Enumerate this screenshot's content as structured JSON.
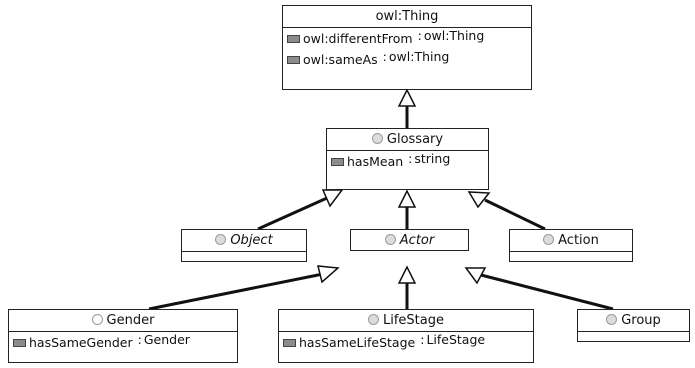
{
  "diagram": {
    "classes": {
      "thing": {
        "name": "owl:Thing",
        "attributes": [
          {
            "name": "owl:differentFrom",
            "sep": ":",
            "type": "owl:Thing"
          },
          {
            "name": "owl:sameAs",
            "sep": ":",
            "type": "owl:Thing"
          }
        ]
      },
      "glossary": {
        "name": "Glossary",
        "attributes": [
          {
            "name": "hasMean",
            "sep": ":",
            "type": "string"
          }
        ]
      },
      "object": {
        "name": "Object"
      },
      "actor": {
        "name": "Actor"
      },
      "action": {
        "name": "Action"
      },
      "gender": {
        "name": "Gender",
        "attributes": [
          {
            "name": "hasSameGender",
            "sep": ":",
            "type": "Gender"
          }
        ]
      },
      "lifestage": {
        "name": "LifeStage",
        "attributes": [
          {
            "name": "hasSameLifeStage",
            "sep": ":",
            "type": "LifeStage"
          }
        ]
      },
      "group": {
        "name": "Group"
      }
    },
    "icons": {
      "class_icon": "class-circle-icon",
      "attribute_icon": "attribute-icon"
    },
    "colors": {
      "line": "#111111",
      "border": "#222222",
      "background": "#ffffff"
    }
  }
}
